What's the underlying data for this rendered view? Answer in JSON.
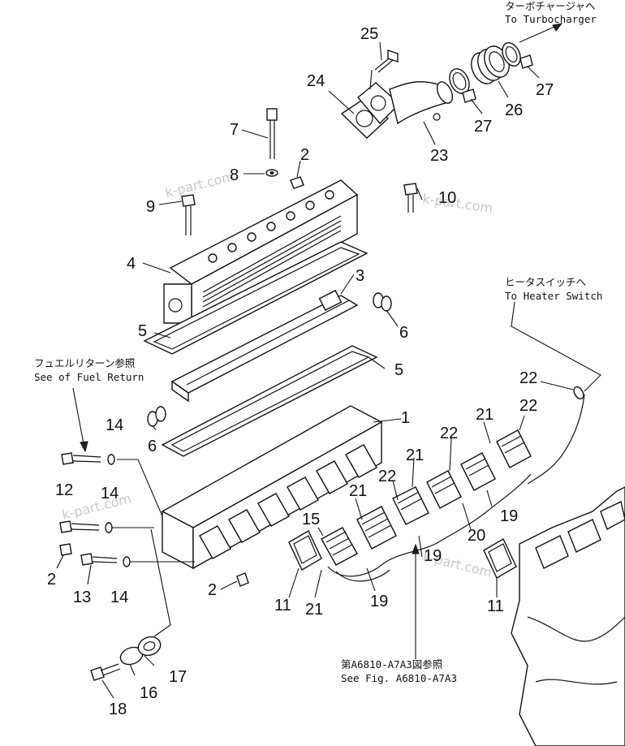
{
  "diagram": {
    "notes": {
      "turbo_jp": "ターボチャージャヘ",
      "turbo_en": "To Turbocharger",
      "heater_jp": "ヒータスイッチへ",
      "heater_en": "To Heater Switch",
      "fuel_jp": "フュエルリターン参照",
      "fuel_en": "See of Fuel Return",
      "fig_jp": "第A6810-A7A3図参照",
      "fig_en": "See Fig. A6810-A7A3"
    },
    "watermark": "k-part.com",
    "callouts": {
      "c1": "1",
      "c2a": "2",
      "c2b": "2",
      "c2c": "2",
      "c3": "3",
      "c4": "4",
      "c5a": "5",
      "c5b": "5",
      "c6a": "6",
      "c6b": "6",
      "c7": "7",
      "c8": "8",
      "c9": "9",
      "c10": "10",
      "c11a": "11",
      "c11b": "11",
      "c12": "12",
      "c13": "13",
      "c14a": "14",
      "c14b": "14",
      "c14c": "14",
      "c15": "15",
      "c16": "16",
      "c17": "17",
      "c18": "18",
      "c19a": "19",
      "c19b": "19",
      "c19c": "19",
      "c20": "20",
      "c21a": "21",
      "c21b": "21",
      "c21c": "21",
      "c21d": "21",
      "c22a": "22",
      "c22b": "22",
      "c22c": "22",
      "c22d": "22",
      "c23": "23",
      "c24": "24",
      "c25": "25",
      "c26": "26",
      "c27a": "27",
      "c27b": "27"
    }
  }
}
